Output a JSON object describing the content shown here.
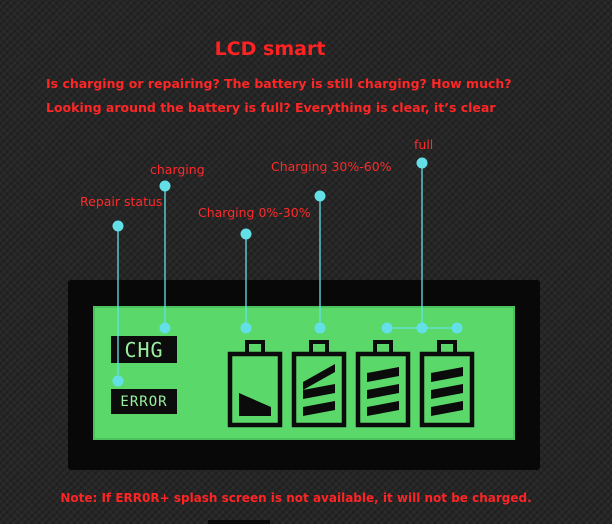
{
  "title": "LCD smart",
  "subtitle_lines": [
    "Is charging or repairing? The battery is still charging? How much?",
    "Looking around the battery is full? Everything is clear, it’s clear"
  ],
  "callouts": {
    "repair": "Repair status",
    "charging": "charging",
    "charging_low": "Charging 0%-30%",
    "charging_mid": "Charging 30%-60%",
    "full": "full"
  },
  "lcd": {
    "chg_label": "CHG",
    "error_label": "ERROR",
    "batteries": [
      {
        "fill_bars": 1
      },
      {
        "fill_bars": 2
      },
      {
        "fill_bars": 3
      },
      {
        "fill_bars": 3
      }
    ]
  },
  "note": "Note: If ERR0R+ splash screen is not available, it will not be charged.",
  "colors": {
    "background": "#262626",
    "accent_text": "#ff2222",
    "leader_line": "#63e0e6",
    "lcd_green": "#5ad86a",
    "lcd_frame": "#080808"
  }
}
